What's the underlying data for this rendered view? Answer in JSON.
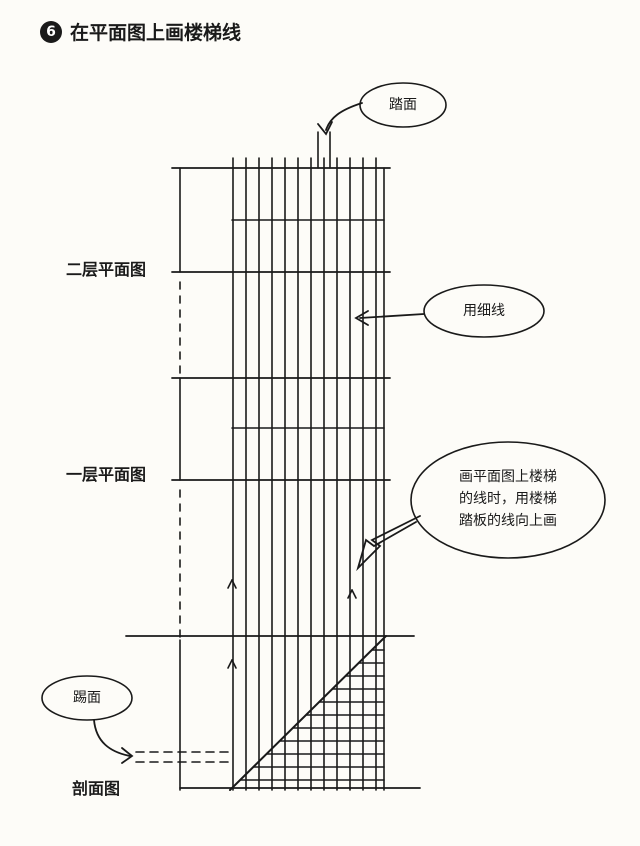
{
  "title": {
    "number": "6",
    "text": "在平面图上画楼梯线"
  },
  "labels": {
    "second_floor": "二层平面图",
    "first_floor": "一层平面图",
    "section": "剖面图"
  },
  "callouts": {
    "tread": "踏面",
    "thin_line": "用细线",
    "note_line1": "画平面图上楼梯",
    "note_line2": "的线时，用楼梯",
    "note_line3": "踏板的线向上画",
    "riser": "踢面"
  },
  "colors": {
    "ink": "#1a1a1a",
    "paper": "#fdfcf8"
  }
}
